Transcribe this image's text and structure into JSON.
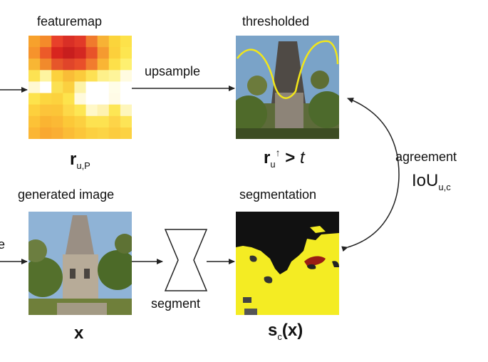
{
  "labels": {
    "featuremap": "featuremap",
    "thresholded": "thresholded",
    "upsample": "upsample",
    "generated_image": "generated image",
    "segmentation": "segmentation",
    "segment": "segment",
    "agreement": "agreement",
    "left_edge_fragment": "e"
  },
  "math": {
    "r_symbol": "r",
    "r_sub": "u,P",
    "thr_r": "r",
    "thr_sub": "u",
    "thr_sup": "↑",
    "thr_rest": " > ",
    "thr_t": "t",
    "x_symbol": "x",
    "iou_main": "IoU",
    "iou_sub": "u,c",
    "seg_s": "s",
    "seg_sub": "c",
    "seg_rest": "(x)"
  },
  "colors": {
    "arrow": "#222222",
    "mask_yellow": "#f2e61a",
    "seg_black": "#111111",
    "seg_yellow": "#f4ec23",
    "seg_red": "#9a1d14",
    "sky": "#7aa3c8",
    "tower": "#9a8f84"
  },
  "heatmap": [
    [
      "#f7a12c",
      "#f48a2a",
      "#e8402a",
      "#d92f26",
      "#e23a28",
      "#f07a2d",
      "#f7b235",
      "#fbd43b",
      "#fde24a"
    ],
    [
      "#f6932c",
      "#ec5a29",
      "#d8251f",
      "#c81e1e",
      "#d42822",
      "#e85329",
      "#f59a30",
      "#fcd03b",
      "#fde650"
    ],
    [
      "#f8b634",
      "#f18a2c",
      "#e6562a",
      "#e0452a",
      "#e94f2a",
      "#f17c2e",
      "#f9b535",
      "#fde04a",
      "#fef070"
    ],
    [
      "#fde252",
      "#fef4a0",
      "#fcd23e",
      "#f9bd37",
      "#fbcb3c",
      "#fde154",
      "#fef08a",
      "#fef49a",
      "#fffbe0"
    ],
    [
      "#fff8d2",
      "#ffffff",
      "#fbe052",
      "#fbd040",
      "#fdf3a8",
      "#ffffff",
      "#ffffff",
      "#fffde8",
      "#ffffff"
    ],
    [
      "#fde34c",
      "#fcd640",
      "#fcd23e",
      "#fde34c",
      "#fffadc",
      "#ffffff",
      "#ffffff",
      "#fffbe6",
      "#ffffff"
    ],
    [
      "#fdd03d",
      "#fcc43a",
      "#fbc538",
      "#fdd848",
      "#fde654",
      "#fff8c8",
      "#fef2b0",
      "#fde654",
      "#fef6bc"
    ],
    [
      "#fcc237",
      "#fab432",
      "#fbb935",
      "#fcc838",
      "#fcd040",
      "#fde250",
      "#fde250",
      "#fdd448",
      "#fde456"
    ],
    [
      "#fbb634",
      "#f9a830",
      "#faae33",
      "#fbbc36",
      "#fcc63a",
      "#fcd040",
      "#fcd444",
      "#fccc3f",
      "#fcd242"
    ]
  ]
}
